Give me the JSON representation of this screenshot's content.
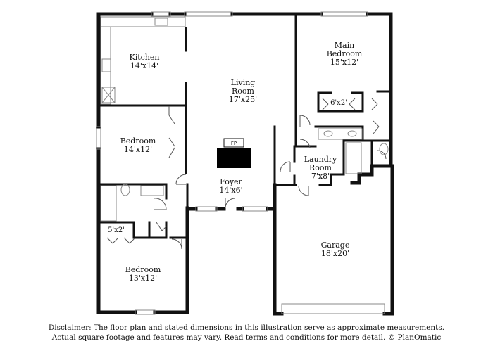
{
  "rooms": {
    "kitchen": {
      "name": "Kitchen",
      "dims": "14'x14'"
    },
    "living": {
      "name_line1": "Living",
      "name_line2": "Room",
      "dims": "17'x25'"
    },
    "main_bedroom": {
      "name_line1": "Main",
      "name_line2": "Bedroom",
      "dims": "15'x12'"
    },
    "closet_main": {
      "dims": "6'x2'"
    },
    "bedroom_mid": {
      "name": "Bedroom",
      "dims": "14'x12'"
    },
    "laundry": {
      "name_line1": "Laundry",
      "name_line2": "Room",
      "dims": "7'x8'"
    },
    "foyer": {
      "name": "Foyer",
      "dims": "14'x6'"
    },
    "closet_small": {
      "dims": "5'x2'"
    },
    "garage": {
      "name": "Garage",
      "dims": "18'x20'"
    },
    "bedroom_low": {
      "name": "Bedroom",
      "dims": "13'x12'"
    }
  },
  "fireplace": {
    "label": "FP"
  },
  "disclaimer": {
    "line1": "Disclaimer: The floor plan and stated dimensions in this illustration serve as approximate measurements.",
    "line2": "Actual square footage and features may vary. Read terms and conditions for more detail. © PlanOmatic"
  },
  "colors": {
    "wall": "#111111",
    "fixture": "#888888",
    "fireplace": "#000000"
  }
}
